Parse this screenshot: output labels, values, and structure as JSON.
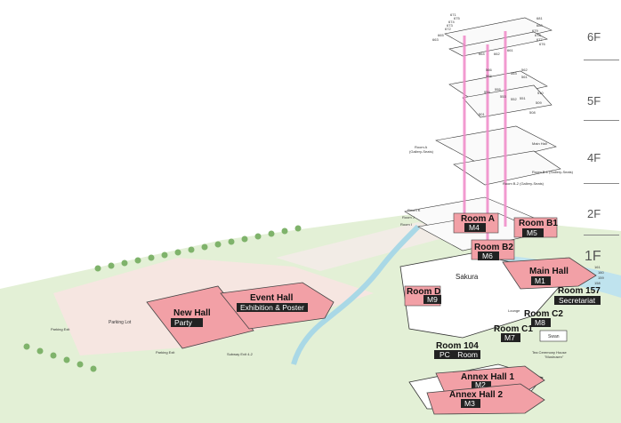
{
  "floors": [
    "6F",
    "5F",
    "4F",
    "2F",
    "1F"
  ],
  "rooms": {
    "new_hall": {
      "name": "New Hall",
      "code": "Party"
    },
    "event_hall": {
      "name": "Event Hall",
      "code": "Exhibition & Poster"
    },
    "room_d": {
      "name": "Room D",
      "code": "M9"
    },
    "room_a": {
      "name": "Room A",
      "code": "M4"
    },
    "room_b1": {
      "name": "Room B1",
      "code": "M5"
    },
    "room_b2": {
      "name": "Room B2",
      "code": "M6"
    },
    "main_hall": {
      "name": "Main Hall",
      "code": "M1"
    },
    "room_157": {
      "name": "Room 157",
      "code": "Secretariat"
    },
    "room_c2": {
      "name": "Room C2",
      "code": "M8"
    },
    "room_c1": {
      "name": "Room C1",
      "code": "M7"
    },
    "room_104": {
      "name": "Room 104",
      "code": "PC　Room"
    },
    "annex_hall_1": {
      "name": "Annex Hall 1",
      "code": "M2"
    },
    "annex_hall_2": {
      "name": "Annex Hall 2",
      "code": "M3"
    }
  },
  "places": {
    "sakura": "Sakura",
    "swan": "Swan",
    "parking_lot": "Parking Lot",
    "parking_exit": "Parking Exit",
    "parking_exit_2": "Parking Exit",
    "subway_exit": "Subway Exit 4-2",
    "tea_house": "Tea Ceremony House",
    "tea_house_sub": "\"Mushusen\"",
    "lounge": "Lounge",
    "main_hall_4f": "Main Hall",
    "room_a_4f": "Room A",
    "room_a_4f_sub": "(Gallery-Seats)",
    "room_b1_4f": "Room B-1 (Gallery-Seats)",
    "room_b2_4f": "Room B-2 (Gallery-Seats)",
    "room_k": "Room K",
    "room_j": "Room J",
    "room_i": "Room I"
  },
  "room_numbers_6f": [
    "681",
    "680",
    "679",
    "678",
    "677",
    "676",
    "675",
    "674",
    "673",
    "672",
    "671",
    "663",
    "665",
    "664",
    "662",
    "661"
  ],
  "room_numbers_5f": [
    "566",
    "565",
    "563",
    "562",
    "561",
    "554",
    "555",
    "553",
    "552",
    "551",
    "509",
    "510",
    "501",
    "508"
  ],
  "room_numbers_1f": [
    "161",
    "160",
    "159",
    "158"
  ],
  "colors": {
    "hall": "#f2a0a6",
    "label_bg": "#222222",
    "green": "#d9ecc9",
    "water": "#a9d8e6",
    "pink_column": "#f089c8"
  }
}
